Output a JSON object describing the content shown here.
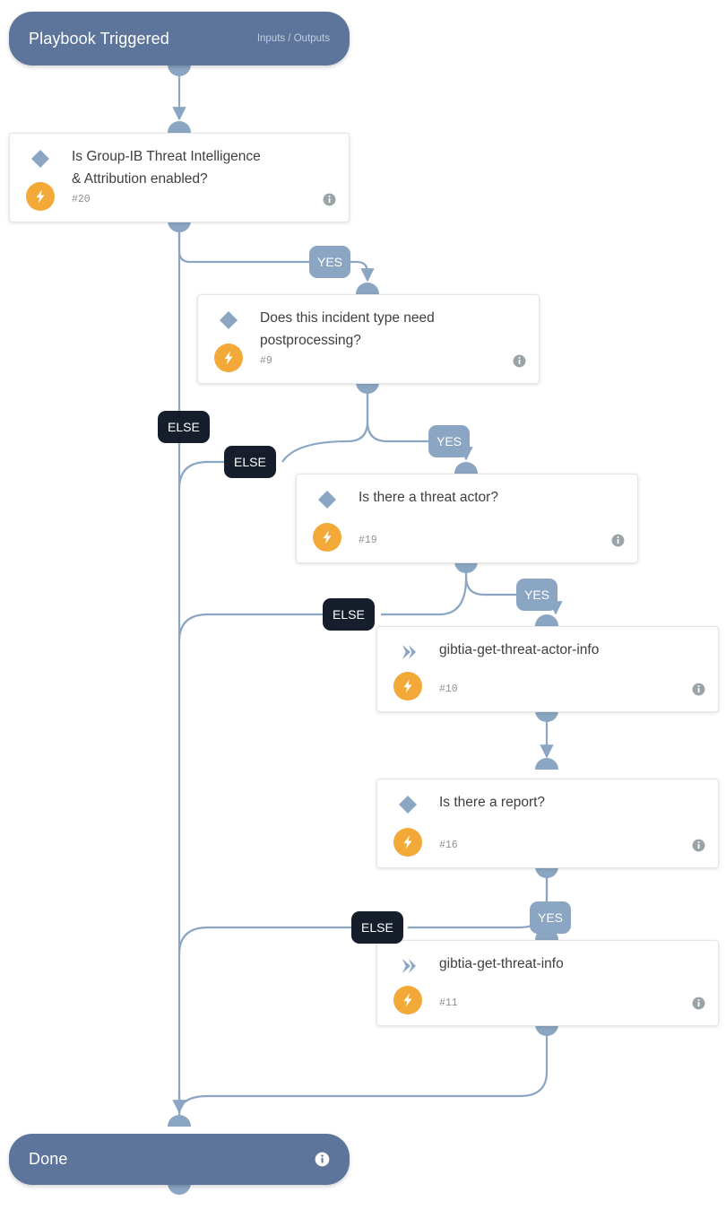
{
  "diagram": {
    "type": "playbook-workflow",
    "background": "#ffffff",
    "accent_node": "#5d759b",
    "accent_port": "#8ba6c2",
    "accent_bolt": "#f2a938",
    "accent_else": "#161d2b"
  },
  "start": {
    "title": "Playbook Triggered",
    "subtitle": "Inputs / Outputs",
    "icon": "none"
  },
  "end": {
    "title": "Done",
    "icon": "info-icon"
  },
  "nodes": [
    {
      "id": "n20",
      "kind": "condition",
      "icon": "diamond-icon",
      "title": "Is Group-IB Threat Intelligence\n& Attribution enabled?",
      "title_line1": "Is Group-IB Threat Intelligence",
      "title_line2": "& Attribution enabled?",
      "number": "#20",
      "bolt": "lightning-bolt-icon",
      "info": "info-icon"
    },
    {
      "id": "n9",
      "kind": "condition",
      "icon": "diamond-icon",
      "title_line1": "Does this incident type need",
      "title_line2": "postprocessing?",
      "number": "#9",
      "bolt": "lightning-bolt-icon",
      "info": "info-icon"
    },
    {
      "id": "n19",
      "kind": "condition",
      "icon": "diamond-icon",
      "title_line1": "Is there a threat actor?",
      "title_line2": "",
      "number": "#19",
      "bolt": "lightning-bolt-icon",
      "info": "info-icon"
    },
    {
      "id": "n10",
      "kind": "task",
      "icon": "chevron-right-icon",
      "title_line1": "gibtia-get-threat-actor-info",
      "title_line2": "",
      "number": "#10",
      "bolt": "lightning-bolt-icon",
      "info": "info-icon"
    },
    {
      "id": "n16",
      "kind": "condition",
      "icon": "diamond-icon",
      "title_line1": "Is there a report?",
      "title_line2": "",
      "number": "#16",
      "bolt": "lightning-bolt-icon",
      "info": "info-icon"
    },
    {
      "id": "n11",
      "kind": "task",
      "icon": "chevron-right-icon",
      "title_line1": "gibtia-get-threat-info",
      "title_line2": "",
      "number": "#11",
      "bolt": "lightning-bolt-icon",
      "info": "info-icon"
    }
  ],
  "branches": [
    {
      "id": "b1",
      "label": "YES",
      "from": "n20",
      "to": "n9"
    },
    {
      "id": "b2",
      "label": "ELSE",
      "from": "n20",
      "to": "end"
    },
    {
      "id": "b3",
      "label": "YES",
      "from": "n9",
      "to": "n19"
    },
    {
      "id": "b4",
      "label": "ELSE",
      "from": "n9",
      "to": "end"
    },
    {
      "id": "b5",
      "label": "YES",
      "from": "n19",
      "to": "n10"
    },
    {
      "id": "b6",
      "label": "ELSE",
      "from": "n19",
      "to": "end"
    },
    {
      "id": "b7",
      "label": "YES",
      "from": "n16",
      "to": "n11"
    },
    {
      "id": "b8",
      "label": "ELSE",
      "from": "n16",
      "to": "end"
    }
  ]
}
